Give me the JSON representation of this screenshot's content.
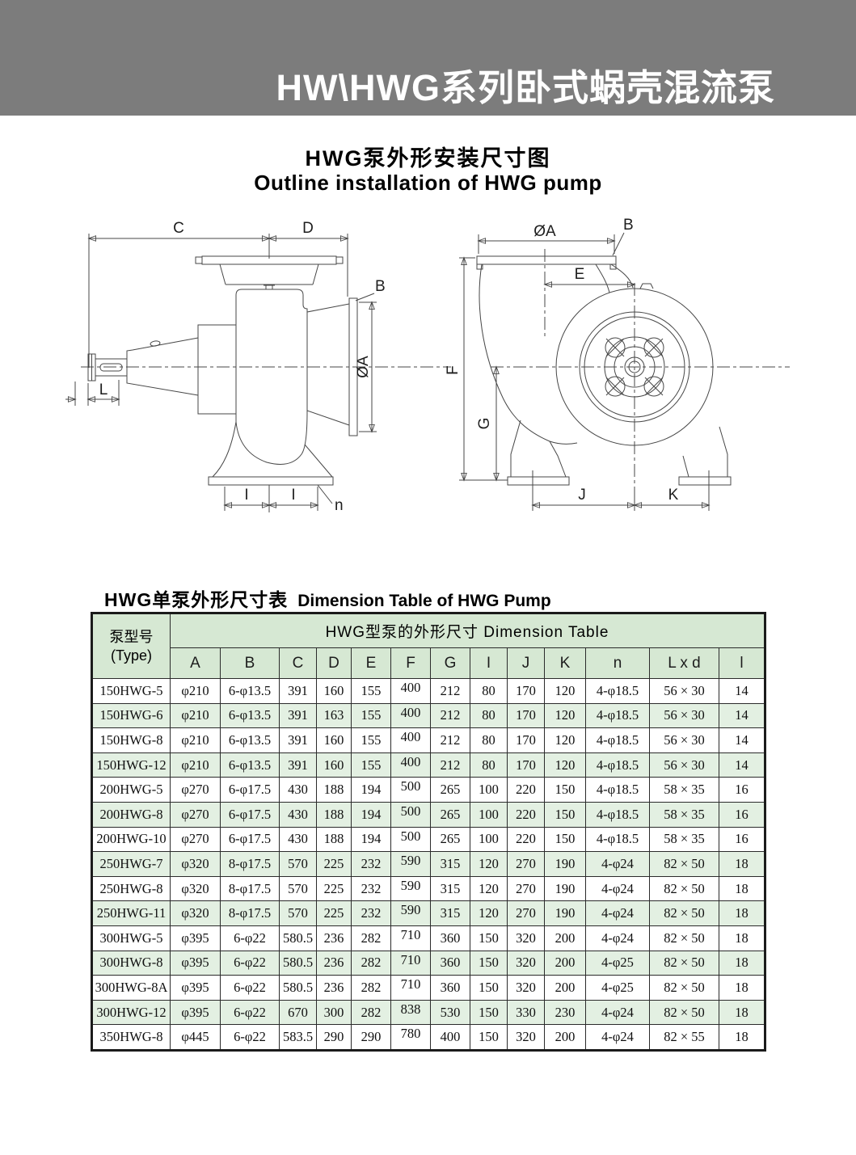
{
  "banner": {
    "title": "HW\\HWG系列卧式蜗壳混流泵"
  },
  "colors": {
    "banner_bg": "#7c7c7c",
    "table_header_bg": "#d6e8d3",
    "table_alt_row_bg": "#e3f0e2"
  },
  "intro": {
    "subtitle_zh": "HWG泵外形安装尺寸图",
    "subtitle_en": "Outline installation of HWG pump"
  },
  "drawings": {
    "side_view": {
      "dim_c": "C",
      "dim_d": "D",
      "dim_b": "B",
      "dim_oa": "ØA",
      "dim_l": "L",
      "dim_i_left": "I",
      "dim_i_right": "I",
      "label_n": "n"
    },
    "front_view": {
      "dim_oa": "ØA",
      "dim_b": "B",
      "dim_e": "E",
      "dim_f": "F",
      "dim_g": "G",
      "dim_j": "J",
      "dim_k": "K"
    }
  },
  "table": {
    "title_zh": "HWG单泵外形尺寸表",
    "title_en": "Dimension Table of HWG Pump",
    "type_header_line1": "泵型号",
    "type_header_line2": "(Type)",
    "group_header": "HWG型泵的外形尺寸 Dimension Table",
    "columns": [
      "A",
      "B",
      "C",
      "D",
      "E",
      "F",
      "G",
      "I",
      "J",
      "K",
      "n",
      "L x d",
      "l"
    ],
    "rows": [
      {
        "type": "150HWG-5",
        "values": [
          "φ210",
          "6-φ13.5",
          "391",
          "160",
          "155",
          "400",
          "212",
          "80",
          "170",
          "120",
          "4-φ18.5",
          "56 × 30",
          "14"
        ]
      },
      {
        "type": "150HWG-6",
        "values": [
          "φ210",
          "6-φ13.5",
          "391",
          "163",
          "155",
          "400",
          "212",
          "80",
          "170",
          "120",
          "4-φ18.5",
          "56 × 30",
          "14"
        ]
      },
      {
        "type": "150HWG-8",
        "values": [
          "φ210",
          "6-φ13.5",
          "391",
          "160",
          "155",
          "400",
          "212",
          "80",
          "170",
          "120",
          "4-φ18.5",
          "56 × 30",
          "14"
        ]
      },
      {
        "type": "150HWG-12",
        "values": [
          "φ210",
          "6-φ13.5",
          "391",
          "160",
          "155",
          "400",
          "212",
          "80",
          "170",
          "120",
          "4-φ18.5",
          "56 × 30",
          "14"
        ]
      },
      {
        "type": "200HWG-5",
        "values": [
          "φ270",
          "6-φ17.5",
          "430",
          "188",
          "194",
          "500",
          "265",
          "100",
          "220",
          "150",
          "4-φ18.5",
          "58 × 35",
          "16"
        ]
      },
      {
        "type": "200HWG-8",
        "values": [
          "φ270",
          "6-φ17.5",
          "430",
          "188",
          "194",
          "500",
          "265",
          "100",
          "220",
          "150",
          "4-φ18.5",
          "58 × 35",
          "16"
        ]
      },
      {
        "type": "200HWG-10",
        "values": [
          "φ270",
          "6-φ17.5",
          "430",
          "188",
          "194",
          "500",
          "265",
          "100",
          "220",
          "150",
          "4-φ18.5",
          "58 × 35",
          "16"
        ]
      },
      {
        "type": "250HWG-7",
        "values": [
          "φ320",
          "8-φ17.5",
          "570",
          "225",
          "232",
          "590",
          "315",
          "120",
          "270",
          "190",
          "4-φ24",
          "82 × 50",
          "18"
        ]
      },
      {
        "type": "250HWG-8",
        "values": [
          "φ320",
          "8-φ17.5",
          "570",
          "225",
          "232",
          "590",
          "315",
          "120",
          "270",
          "190",
          "4-φ24",
          "82 × 50",
          "18"
        ]
      },
      {
        "type": "250HWG-11",
        "values": [
          "φ320",
          "8-φ17.5",
          "570",
          "225",
          "232",
          "590",
          "315",
          "120",
          "270",
          "190",
          "4-φ24",
          "82 × 50",
          "18"
        ]
      },
      {
        "type": "300HWG-5",
        "values": [
          "φ395",
          "6-φ22",
          "580.5",
          "236",
          "282",
          "710",
          "360",
          "150",
          "320",
          "200",
          "4-φ24",
          "82 × 50",
          "18"
        ]
      },
      {
        "type": "300HWG-8",
        "values": [
          "φ395",
          "6-φ22",
          "580.5",
          "236",
          "282",
          "710",
          "360",
          "150",
          "320",
          "200",
          "4-φ25",
          "82 × 50",
          "18"
        ]
      },
      {
        "type": "300HWG-8A",
        "values": [
          "φ395",
          "6-φ22",
          "580.5",
          "236",
          "282",
          "710",
          "360",
          "150",
          "320",
          "200",
          "4-φ25",
          "82 × 50",
          "18"
        ]
      },
      {
        "type": "300HWG-12",
        "values": [
          "φ395",
          "6-φ22",
          "670",
          "300",
          "282",
          "838",
          "530",
          "150",
          "330",
          "230",
          "4-φ24",
          "82 × 50",
          "18"
        ]
      },
      {
        "type": "350HWG-8",
        "values": [
          "φ445",
          "6-φ22",
          "583.5",
          "290",
          "290",
          "780",
          "400",
          "150",
          "320",
          "200",
          "4-φ24",
          "82 × 55",
          "18"
        ]
      }
    ]
  }
}
